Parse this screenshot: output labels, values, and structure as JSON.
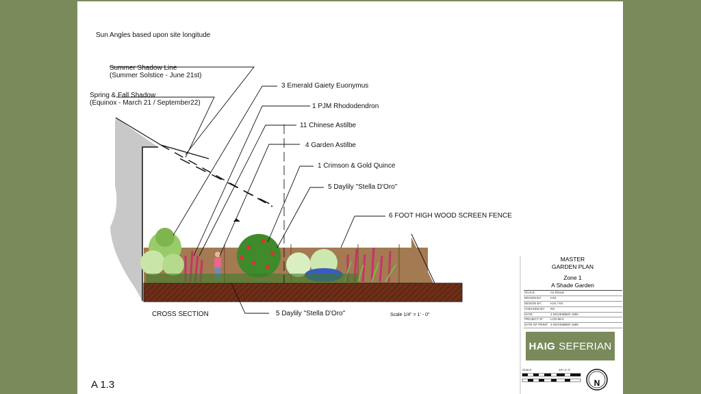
{
  "sheet": {
    "header_note": "Sun Angles based upon site longitude",
    "sheet_number": "A 1.3"
  },
  "labels": {
    "summer_shadow_1": "Summer Shadow Line",
    "summer_shadow_2": "(Summer Solstice - June 21st)",
    "spring_fall_1": "Spring & Fall Shadow",
    "spring_fall_2": "(Equinox - March 21 / September22)",
    "euonymus": "3 Emerald Gaiety Euonymus",
    "rhododendron": "1  PJM Rhododendron",
    "chinese_astilbe": "11 Chinese Astilbe",
    "garden_astilbe": "4  Garden Astilbe",
    "quince": "1 Crimson & Gold Quince",
    "daylily_top": "5 Daylily \"Stella D'Oro\"",
    "fence": "6 FOOT HIGH WOOD SCREEN FENCE",
    "cross_section": "CROSS SECTION",
    "daylily_bottom": "5 Daylily \"Stella D'Oro\"",
    "scale": "Scale  1/4\" = 1' - 0\""
  },
  "title_block": {
    "line1": "MASTER",
    "line2": "GARDEN PLAN",
    "line3": "Zone 1",
    "line4": "A Shade Garden",
    "rows": [
      {
        "key": "SCALE:",
        "value": "As Shown"
      },
      {
        "key": "DRAWN BY:",
        "value": "HJS"
      },
      {
        "key": "DESIGN BY:",
        "value": "HJS / RS"
      },
      {
        "key": "CHECKED BY:",
        "value": "RS"
      },
      {
        "key": "DATE:",
        "value": "3 NOVEMBER 1999"
      },
      {
        "key": "PROJECT Nº:",
        "value": "LCD-99-0"
      },
      {
        "key": "DATE OF PRINT:",
        "value": "3 NOVEMBER 1999"
      }
    ],
    "logo_bold": "HAIG",
    "logo_light": "SEFERIAN",
    "scale_bar_label": "SCALE:",
    "scale_bar_value": "1/4\"=1'-0\"",
    "north_label": "N"
  },
  "colors": {
    "background": "#7b8a5b",
    "wall": "#c8c8c8",
    "fence": "#a37a52",
    "soil": "#6e2e18",
    "logo_bg": "#7b8a5b"
  }
}
